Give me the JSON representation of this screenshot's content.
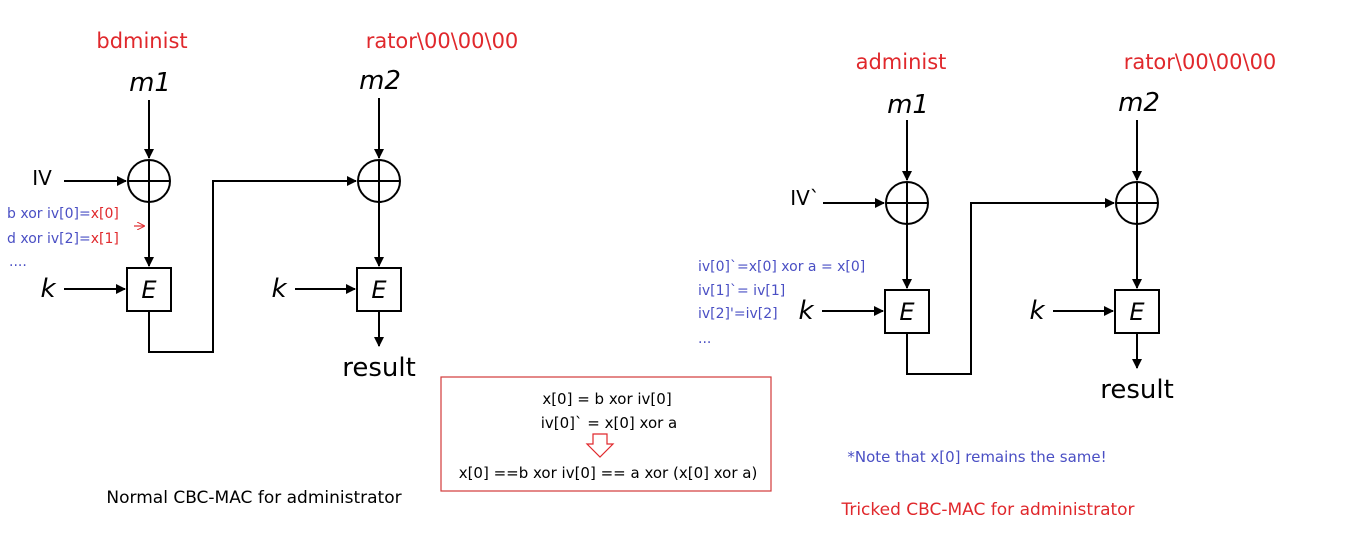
{
  "left": {
    "m1_chunk": "bdminist",
    "m2_chunk": "rator\\00\\00\\00",
    "m1": "m1",
    "m2": "m2",
    "iv": "IV",
    "k1": "k",
    "k2": "k",
    "e1": "E",
    "e2": "E",
    "result": "result",
    "note1_blue": "b xor iv[0]=",
    "note1_red": "x[0]",
    "note2_blue": "d xor iv[2]=",
    "note2_red": "x[1]",
    "note3": "....",
    "caption": "Normal CBC-MAC for administrator"
  },
  "right": {
    "m1_chunk": "administ",
    "m2_chunk": "rator\\00\\00\\00",
    "m1": "m1",
    "m2": "m2",
    "iv": "IV`",
    "k1": "k",
    "k2": "k",
    "e1": "E",
    "e2": "E",
    "result": "result",
    "note1": "iv[0]`=x[0] xor a = x[0]",
    "note2": "iv[1]`= iv[1]",
    "note3": "iv[2]'=iv[2]",
    "note4": "...",
    "remark": "*Note that x[0] remains the same!",
    "caption": "Tricked CBC-MAC for administrator"
  },
  "box": {
    "line1": "x[0] = b xor iv[0]",
    "line2": "iv[0]` = x[0] xor a",
    "line3": "x[0] ==b xor iv[0] == a xor (x[0] xor a)"
  },
  "colors": {
    "red": "#e0282c",
    "blue": "#4a4fc4"
  }
}
